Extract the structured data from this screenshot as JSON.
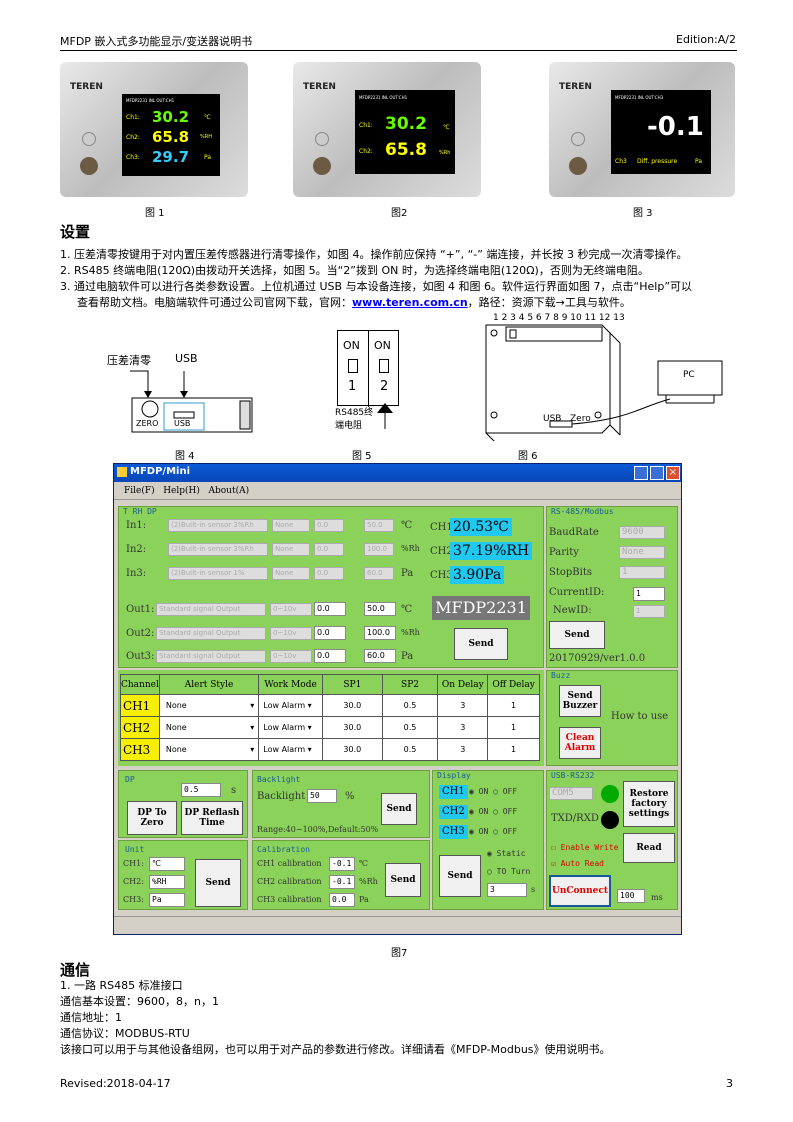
{
  "header": {
    "title": "MFDP 嵌入式多功能显示/变送器说明书",
    "edition": "Edition:A/2"
  },
  "figures": {
    "f1": {
      "caption": "图 1",
      "brand": "TEREN",
      "topline": "MFDP2231  INL  OUT:CH1",
      "ch": [
        {
          "label": "Ch1:",
          "value": "30.2",
          "unit": "℃"
        },
        {
          "label": "Ch2:",
          "value": "65.8",
          "unit": "%RH"
        },
        {
          "label": "Ch3:",
          "value": "29.7",
          "unit": "Pa"
        }
      ]
    },
    "f2": {
      "caption": "图2",
      "brand": "TEREN",
      "topline": "MFDP2231  INL  OUT:CH1",
      "ch": [
        {
          "label": "Ch1:",
          "value": "30.2",
          "unit": "℃"
        },
        {
          "label": "Ch2:",
          "value": "65.8",
          "unit": "%Rh"
        }
      ]
    },
    "f3": {
      "caption": "图 3",
      "brand": "TEREN",
      "topline": "MFDP2231  INL  OUT:CH3",
      "value": "-0.1",
      "label": "Ch3",
      "desc": "Diff. pressure",
      "unit": "Pa"
    },
    "f4": {
      "caption": "图 4",
      "label_zero": "压差清零",
      "label_usb": "USB",
      "txt_zero": "ZERO",
      "txt_usb": "USB"
    },
    "f5": {
      "caption": "图 5",
      "on1": "ON",
      "on2": "ON",
      "n1": "1",
      "n2": "2",
      "note": "RS485终\n端电阻"
    },
    "f6": {
      "caption": "图 6",
      "pins": "1 2 3 4 5 6 7 8 9 10 11 12 13",
      "pc": "PC",
      "usb": "USB",
      "zero": "Zero"
    },
    "f7": {
      "caption": "图7"
    }
  },
  "settings": {
    "heading": "设置",
    "items": [
      "1.  压差清零按键用于对内置压差传感器进行清零操作，如图 4。操作前应保持 “+”, “-” 端连接，并长按 3 秒完成一次清零操作。",
      "2.   RS485 终端电阻(120Ω)由拨动开关选择，如图 5。当“2”拨到 ON 时，为选择终端电阻(120Ω)，否则为无终端电阻。",
      "3.  通过电脑软件可以进行各类参数设置。上位机通过 USB 与本设备连接，如图 4 和图 6。软件运行界面如图 7，点击“Help”可以",
      "查看帮助文档。电脑端软件可通过公司官网下载，官网：",
      "www.teren.com.cn",
      "，路径：资源下载→工具与软件。"
    ]
  },
  "app": {
    "title": "MFDP/Mini",
    "menu": [
      "File(F)",
      "Help(H)",
      "About(A)"
    ],
    "trh": {
      "group": "T RH DP",
      "ins": [
        {
          "label": "In1:",
          "sensor": "(2)Built-in sensor 3%Rh",
          "type": "None",
          "lo": "0.0",
          "hi": "50.0",
          "unit": "℃"
        },
        {
          "label": "In2:",
          "sensor": "(2)Built-in sensor 3%Rh",
          "type": "None",
          "lo": "0.0",
          "hi": "100.0",
          "unit": "%Rh"
        },
        {
          "label": "In3:",
          "sensor": "(2)Built-in sensor 1%",
          "type": "None",
          "lo": "0.0",
          "hi": "60.0",
          "unit": "Pa"
        }
      ],
      "chs": [
        {
          "label": "CH1",
          "value": "20.53℃"
        },
        {
          "label": "CH2",
          "value": "37.19%RH"
        },
        {
          "label": "CH3",
          "value": "3.90Pa"
        }
      ],
      "model": "MFDP2231",
      "outs": [
        {
          "label": "Out1:",
          "sig": "Standard signal Output",
          "rng": "0~10v",
          "lo": "0.0",
          "hi": "50.0",
          "unit": "℃"
        },
        {
          "label": "Out2:",
          "sig": "Standard signal Output",
          "rng": "0~10v",
          "lo": "0.0",
          "hi": "100.0",
          "unit": "%Rh"
        },
        {
          "label": "Out3:",
          "sig": "Standard signal Output",
          "rng": "0~10v",
          "lo": "0.0",
          "hi": "60.0",
          "unit": "Pa"
        }
      ],
      "send": "Send"
    },
    "rs485": {
      "group": "RS-485/Modbus",
      "baud_l": "BaudRate",
      "baud": "9600",
      "par_l": "Parity",
      "par": "None",
      "stop_l": "StopBits",
      "stop": "1",
      "cur_l": "CurrentID:",
      "cur": "1",
      "new_l": "NewID:",
      "new": "1",
      "send": "Send",
      "ver": "20170929/ver1.0.0"
    },
    "alarm": {
      "headers": [
        "Channel",
        "Alert Style",
        "Work Mode",
        "SP1",
        "SP2",
        "On Delay",
        "Off Delay"
      ],
      "rows": [
        [
          "CH1",
          "None",
          "Low Alarm",
          "30.0",
          "0.5",
          "3",
          "1"
        ],
        [
          "CH2",
          "None",
          "Low Alarm",
          "30.0",
          "0.5",
          "3",
          "1"
        ],
        [
          "CH3",
          "None",
          "Low Alarm",
          "30.0",
          "0.5",
          "3",
          "1"
        ]
      ]
    },
    "buzz": {
      "group": "Buzz",
      "send": "Send\nBuzzer",
      "clean": "Clean\nAlarm",
      "how": "How to use"
    },
    "dp": {
      "group": "DP",
      "val": "0.5",
      "unit": "s",
      "zero": "DP To\nZero",
      "reflash": "DP Reflash\nTime"
    },
    "backlight": {
      "group": "Backlight",
      "label": "Backlight",
      "val": "50",
      "unit": "%",
      "send": "Send",
      "range": "Range:40~100%,Default:50%"
    },
    "unit": {
      "group": "Unit",
      "rows": [
        {
          "l": "CH1:",
          "v": "℃"
        },
        {
          "l": "CH2:",
          "v": "%RH"
        },
        {
          "l": "CH3:",
          "v": "Pa"
        }
      ],
      "send": "Send"
    },
    "calib": {
      "group": "Calibration",
      "rows": [
        {
          "l": "CH1 calibration",
          "v": "-0.1",
          "u": "℃"
        },
        {
          "l": "CH2 calibration",
          "v": "-0.1",
          "u": "%Rh"
        },
        {
          "l": "CH3 calibration",
          "v": "0.0",
          "u": "Pa"
        }
      ],
      "send": "Send"
    },
    "display": {
      "group": "Display",
      "chs": [
        "CH1",
        "CH2",
        "CH3"
      ],
      "on": "ON",
      "off": "OFF",
      "send": "Send",
      "static": "Static",
      "turn": "TO Turn",
      "sec": "3",
      "unit": "s"
    },
    "usb": {
      "group": "USB-RS232",
      "port": "COM5",
      "restore": "Restore\nfactory\nsettings",
      "txrx": "TXD/RXD",
      "read": "Read",
      "enw": "Enable Write",
      "auto": "Auto Read",
      "unconnect": "UnConnect",
      "ms_val": "100",
      "ms": "ms"
    }
  },
  "comm": {
    "heading": "通信",
    "lines": [
      "1.  一路 RS485 标准接口",
      "通信基本设置：9600，8，n，1",
      "通信地址：1",
      "通信协议：MODBUS-RTU",
      "该接口可以用于与其他设备组网，也可以用于对产品的参数进行修改。详细请看《MFDP-Modbus》使用说明书。"
    ]
  },
  "footer": {
    "revised": "Revised:2018-04-17",
    "page": "3"
  }
}
